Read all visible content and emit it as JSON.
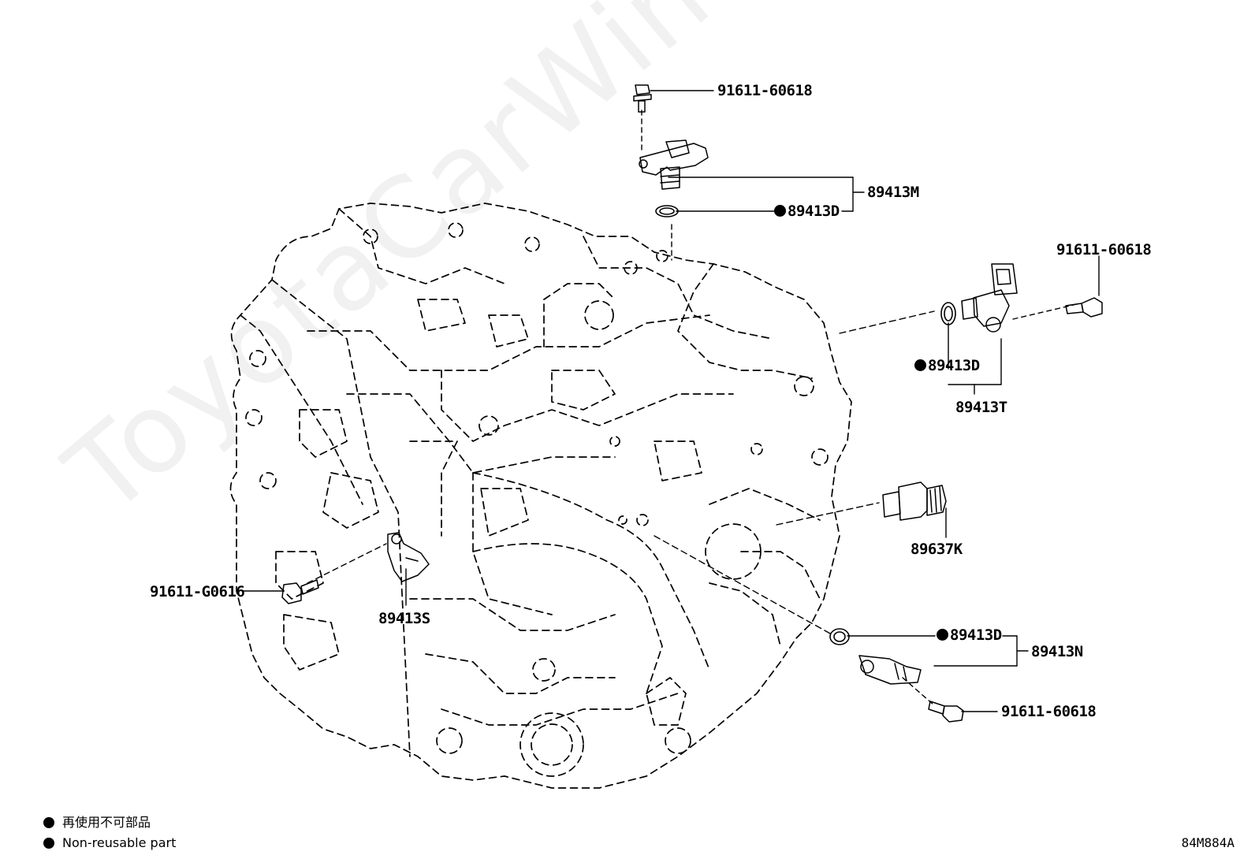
{
  "watermark": "ToyotaCarWine.ru",
  "parts": {
    "bolt_top": "91611-60618",
    "sensor_top_assy": "89413M",
    "oring_top": "89413D",
    "bolt_right": "91611-60618",
    "oring_right": "89413D",
    "sensor_right_assy": "89413T",
    "switch_right": "89637K",
    "bolt_left": "91611-G0616",
    "sensor_left": "89413S",
    "oring_bottom": "89413D",
    "sensor_bottom_assy": "89413N",
    "bolt_bottom": "91611-60618"
  },
  "legend": {
    "jp": "再使用不可部品",
    "en": "Non-reusable part"
  },
  "figure_code": "84M884A",
  "colors": {
    "line": "#000000",
    "watermark": "#f1f1f1"
  }
}
